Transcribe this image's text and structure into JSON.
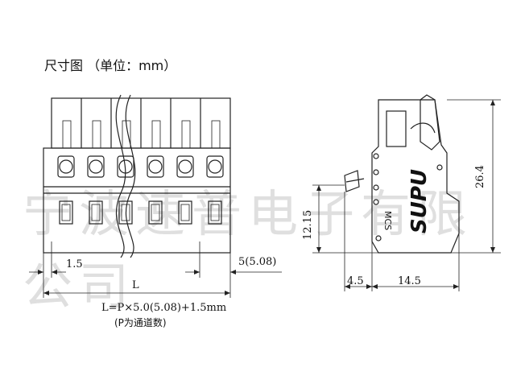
{
  "title": "尺寸图 （单位：mm）",
  "watermark": "宁波速普电子有限公司",
  "front_view": {
    "dim_left": "1.5",
    "dim_right": "5(5.08)",
    "dim_length": "L",
    "formula": "L=P×5.0(5.08)+1.5mm",
    "note": "(P为通道数)",
    "pole_count": 6
  },
  "side_view": {
    "dim_height_total": "26.4",
    "dim_height_pin": "12.15",
    "dim_width_pin": "4.5",
    "dim_width_body": "14.5",
    "logo_text": "SUPU",
    "mark_text": "MCS"
  }
}
